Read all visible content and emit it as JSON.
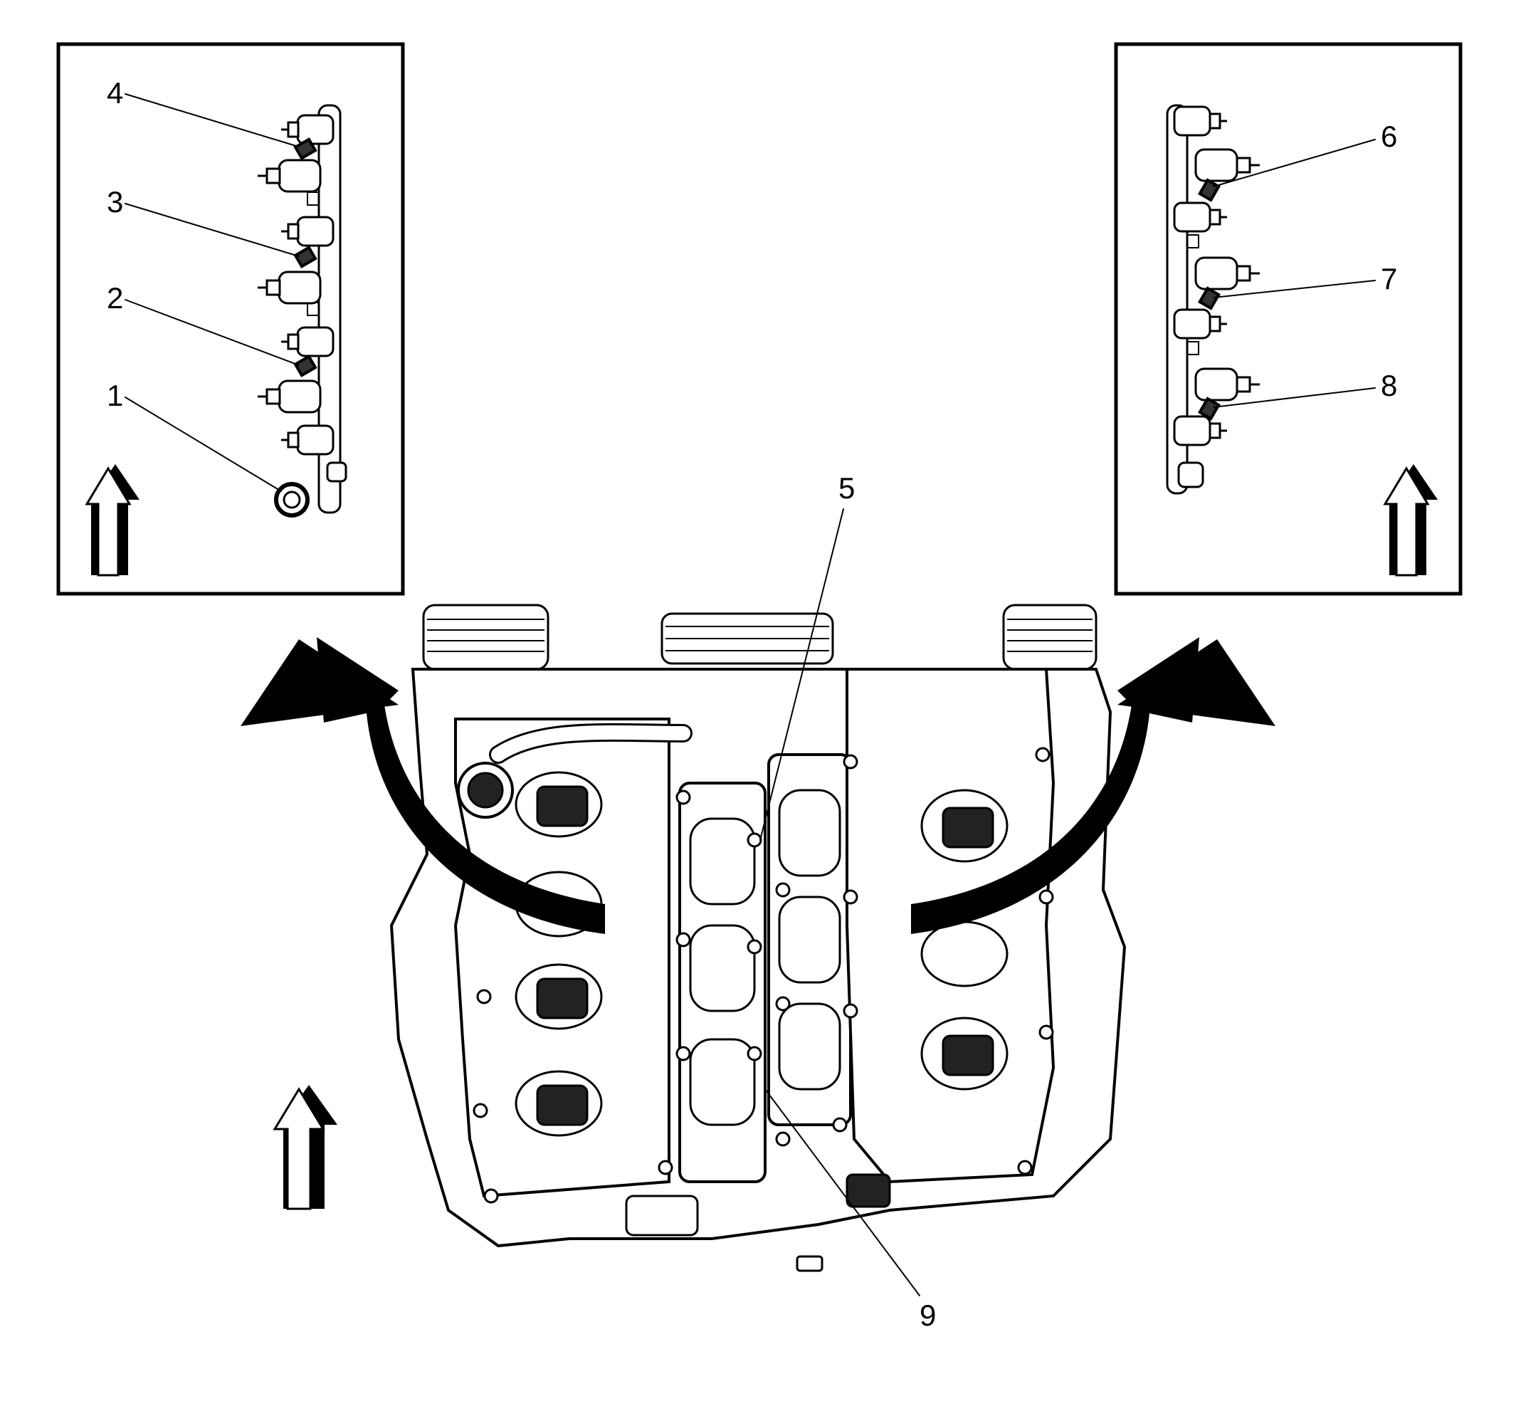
{
  "callouts": {
    "c1": "1",
    "c2": "2",
    "c3": "3",
    "c4": "4",
    "c5": "5",
    "c6": "6",
    "c7": "7",
    "c8": "8",
    "c9": "9"
  },
  "icons": [
    "front-direction-arrow-icon",
    "rotate-left-arrow-icon",
    "rotate-right-arrow-icon"
  ],
  "colors": {
    "line": "#000000",
    "background": "#ffffff"
  }
}
